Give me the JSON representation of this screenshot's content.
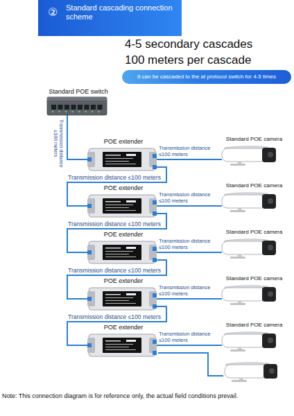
{
  "diagram": {
    "title": "Standard cascading connection scheme",
    "nodes": [
      {
        "text": [
          "Standard POE switch"
        ]
      },
      {
        "text": [
          "POE extender"
        ]
      },
      {
        "text": [
          "Standard POE camera"
        ]
      },
      {
        "text": [
          "POE extender"
        ]
      },
      {
        "text": [
          "Standard POE camera"
        ]
      },
      {
        "text": [
          "POE extender"
        ]
      },
      {
        "text": [
          "Standard POE camera"
        ]
      },
      {
        "text": [
          "POE extender"
        ]
      },
      {
        "text": [
          "Standard POE camera"
        ]
      },
      {
        "text": [
          "POE extender"
        ]
      },
      {
        "text": [
          "Standard POE camera"
        ]
      }
    ],
    "edges": [
      {
        "from": 0,
        "to": 1,
        "arrow": "none",
        "label": "Transmission distance ≤100 meters"
      },
      {
        "from": 1,
        "to": 2,
        "arrow": "none",
        "label": "Transmission distance ≤100 meters"
      },
      {
        "from": 1,
        "to": 3,
        "arrow": "none",
        "label": "Transmission distance ≤100 meters"
      },
      {
        "from": 3,
        "to": 4,
        "arrow": "none",
        "label": "Transmission distance ≤100 meters"
      },
      {
        "from": 3,
        "to": 5,
        "arrow": "none",
        "label": "Transmission distance ≤100 meters"
      },
      {
        "from": 5,
        "to": 6,
        "arrow": "none",
        "label": "Transmission distance ≤100 meters"
      },
      {
        "from": 5,
        "to": 7,
        "arrow": "none",
        "label": "Transmission distance ≤100 meters"
      },
      {
        "from": 7,
        "to": 8,
        "arrow": "none",
        "label": "Transmission distance ≤100 meters"
      },
      {
        "from": 7,
        "to": 9,
        "arrow": "none",
        "label": "Transmission distance ≤100 meters"
      },
      {
        "from": 9,
        "to": 10,
        "arrow": "none",
        "label": "Transmission distance ≤100 meters"
      }
    ],
    "labels": [
      "②",
      "4-5 secondary cascades",
      "100 meters per cascade",
      "It can be cascaded to the at protocol switch for 4-5 times",
      "Note: This connection diagram is for reference only, the actual field conditions prevail."
    ]
  }
}
